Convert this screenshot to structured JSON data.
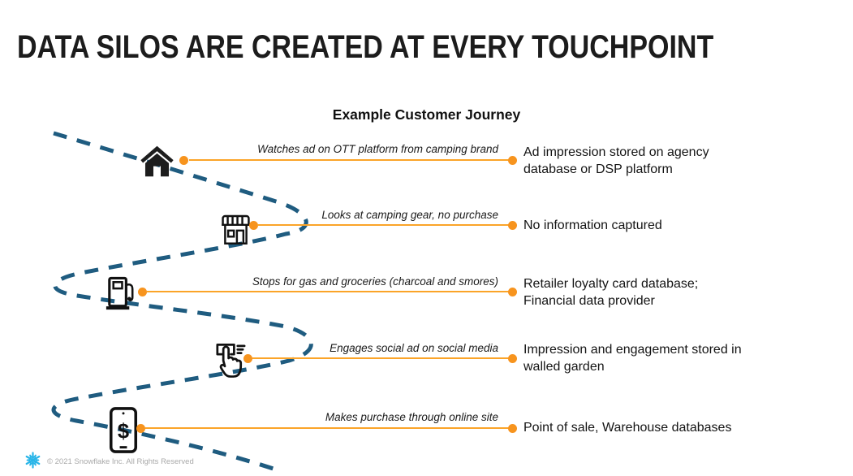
{
  "title": "DATA SILOS ARE CREATED AT EVERY TOUCHPOINT",
  "subtitle": "Example Customer Journey",
  "colors": {
    "path_blue": "#1F5C80",
    "connector_orange": "#FBA428",
    "dot_orange": "#F7941E",
    "snowflake_blue": "#29B5E8"
  },
  "journey": {
    "steps": [
      {
        "icon": "home-icon",
        "label": "Watches ad on OTT platform from camping brand",
        "result_line1": "Ad impression stored on agency",
        "result_line2": "database or DSP platform"
      },
      {
        "icon": "store-icon",
        "label": "Looks at camping gear, no purchase",
        "result_line1": "No information captured"
      },
      {
        "icon": "gas-pump-icon",
        "label": "Stops for gas and groceries (charcoal and smores)",
        "result_line1": "Retailer loyalty card database;",
        "result_line2": "Financial data provider"
      },
      {
        "icon": "tap-social-icon",
        "label": "Engages social ad on social media",
        "result_line1": "Impression and engagement stored in",
        "result_line2": "walled garden"
      },
      {
        "icon": "phone-dollar-icon",
        "label": "Makes purchase through online site",
        "result_line1": "Point of sale, Warehouse databases"
      }
    ]
  },
  "icons": {
    "dollar_symbol": "$"
  },
  "footer": {
    "copyright": "© 2021 Snowflake Inc. All Rights Reserved"
  }
}
